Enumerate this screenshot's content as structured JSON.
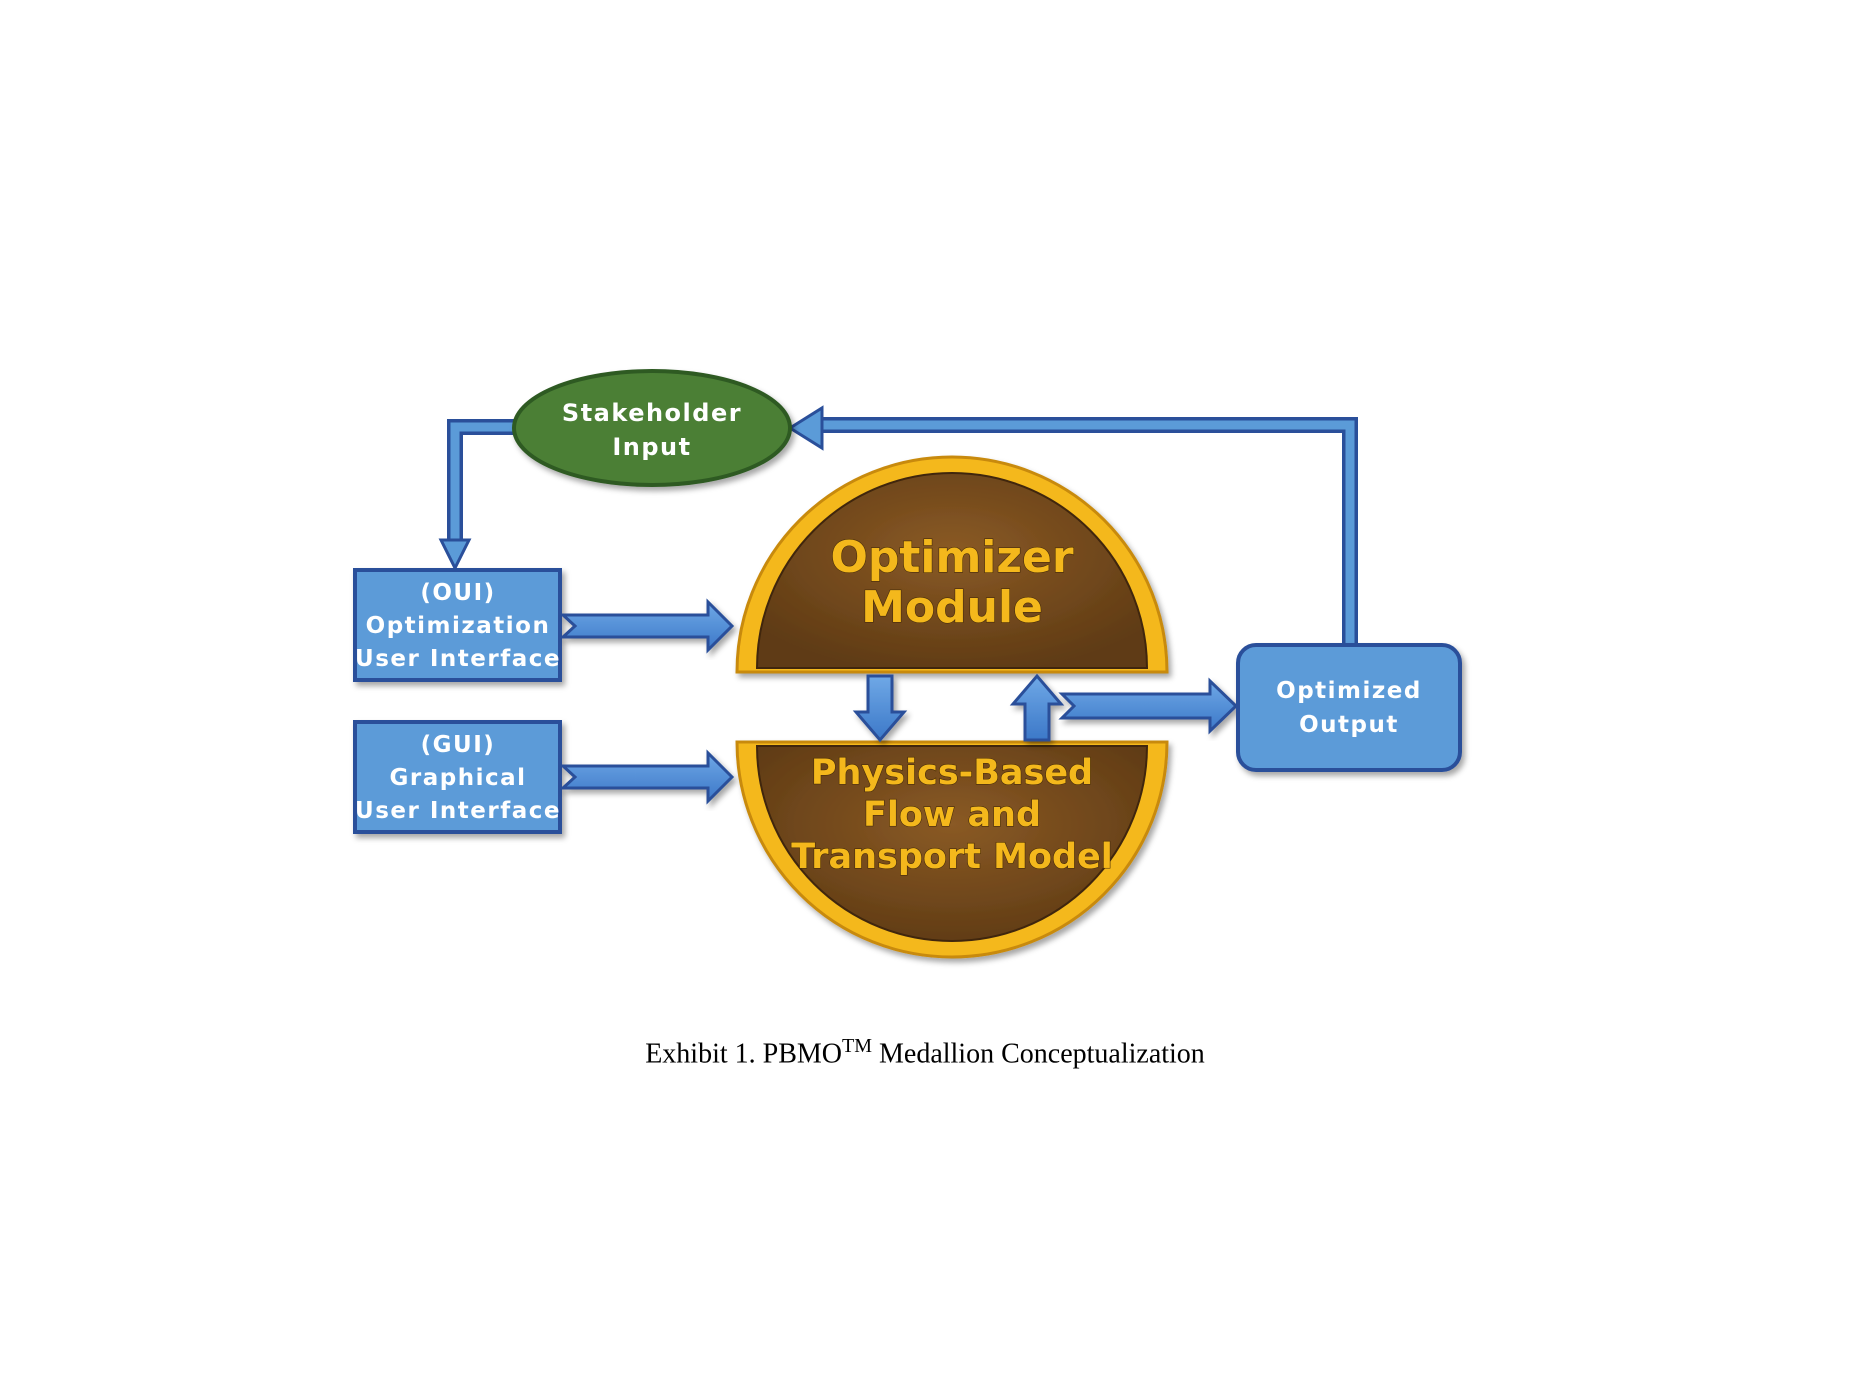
{
  "diagram": {
    "stakeholder": {
      "line1": "Stakeholder",
      "line2": "Input"
    },
    "oui": {
      "line1": "(OUI)",
      "line2": "Optimization",
      "line3": "User Interface"
    },
    "gui": {
      "line1": "(GUI)",
      "line2": "Graphical",
      "line3": "User Interface"
    },
    "optimizer": {
      "line1": "Optimizer",
      "line2": "Module"
    },
    "physics": {
      "line1": "Physics-Based",
      "line2": "Flow and",
      "line3": "Transport Model"
    },
    "output": {
      "line1": "Optimized",
      "line2": "Output"
    }
  },
  "caption": {
    "prefix": "Exhibit 1. PBMO",
    "superscript": "TM",
    "suffix": " Medallion Conceptualization"
  },
  "colors": {
    "box_blue": "#5b9bd8",
    "box_border": "#2a4f9a",
    "ellipse_green": "#4b7f35",
    "medallion_gold": "#f4b81c",
    "medallion_brown": "#74491b"
  }
}
